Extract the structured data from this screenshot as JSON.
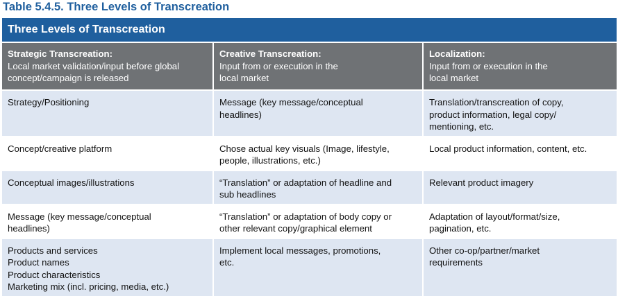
{
  "caption": "Table 5.4.5. Three Levels of Transcreation",
  "banner": "Three Levels of Transcreation",
  "headers": [
    {
      "title": "Strategic Transcreation:",
      "lines": [
        "Local market validation/input before global",
        "concept/campaign is released"
      ]
    },
    {
      "title": "Creative Transcreation:",
      "lines": [
        "Input from or execution in the",
        "local market"
      ]
    },
    {
      "title": "Localization:",
      "lines": [
        "Input from or execution in the",
        "local market"
      ]
    }
  ],
  "rows": [
    [
      {
        "lines": [
          "Strategy/Positioning"
        ]
      },
      {
        "lines": [
          "Message (key message/conceptual",
          "headlines)"
        ]
      },
      {
        "lines": [
          "Translation/transcreation of copy,",
          "product information, legal copy/",
          "mentioning, etc."
        ]
      }
    ],
    [
      {
        "lines": [
          "Concept/creative platform"
        ]
      },
      {
        "lines": [
          "Chose actual key visuals (Image, lifestyle,",
          "people, illustrations, etc.)"
        ]
      },
      {
        "lines": [
          "Local product information, content, etc."
        ]
      }
    ],
    [
      {
        "lines": [
          "Conceptual images/illustrations"
        ]
      },
      {
        "lines": [
          "“Translation” or adaptation of headline and",
          "sub headlines"
        ]
      },
      {
        "lines": [
          "Relevant product imagery"
        ]
      }
    ],
    [
      {
        "lines": [
          "Message (key message/conceptual",
          "headlines)"
        ]
      },
      {
        "lines": [
          "“Translation” or adaptation of body copy or",
          "other relevant copy/graphical element"
        ]
      },
      {
        "lines": [
          "Adaptation of layout/format/size,",
          "pagination, etc."
        ]
      }
    ],
    [
      {
        "lines": [
          "Products and services",
          "Product names",
          "Product characteristics",
          "Marketing mix (incl. pricing, media, etc.)"
        ]
      },
      {
        "lines": [
          "Implement local messages, promotions,",
          "etc."
        ]
      },
      {
        "lines": [
          "Other co-op/partner/market",
          "requirements"
        ]
      }
    ]
  ],
  "colors": {
    "caption": "#1f5f9e",
    "banner": "#1f5f9e",
    "header_bg": "#6f7275",
    "row_shade": "#dee6f2"
  }
}
